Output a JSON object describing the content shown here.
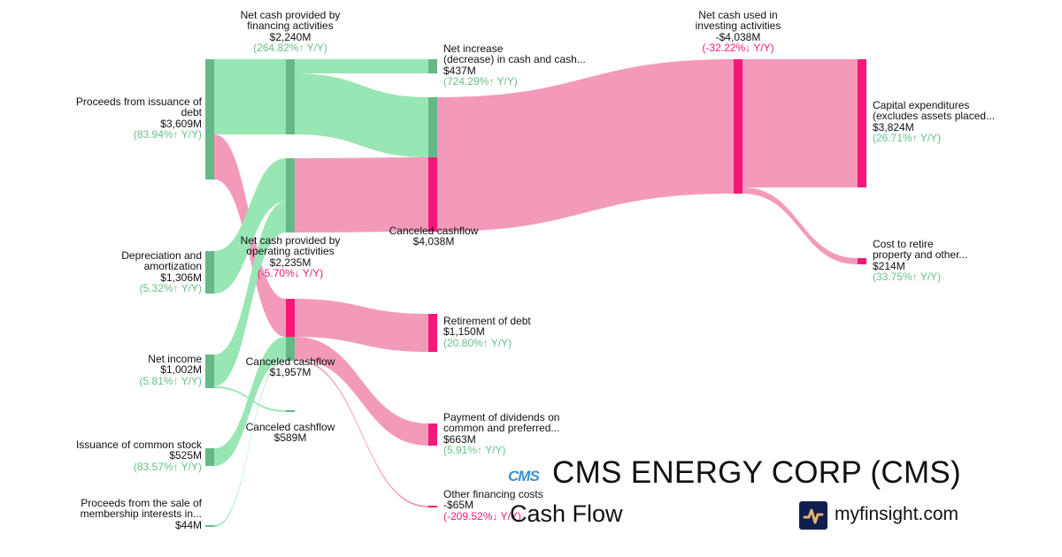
{
  "chart_data": {
    "type": "sankey",
    "colors": {
      "node_positive": "#66b886",
      "node_negative": "#f5187a",
      "link_positive": "#98e6b3",
      "link_negative": "#f39aba",
      "change_up": "#66c08a",
      "change_down": "#f5187a"
    },
    "nodes": [
      {
        "id": "debt",
        "name_lines": [
          "Proceeds from issuance of",
          "debt"
        ],
        "value": "$3,609M",
        "change": "(83.94%↑ Y/Y)",
        "dir": "up"
      },
      {
        "id": "dep",
        "name_lines": [
          "Depreciation and",
          "amortization"
        ],
        "value": "$1,306M",
        "change": "(5.32%↑ Y/Y)",
        "dir": "up"
      },
      {
        "id": "ni",
        "name_lines": [
          "Net income"
        ],
        "value": "$1,002M",
        "change": "(5.81%↑ Y/Y)",
        "dir": "up"
      },
      {
        "id": "stock",
        "name_lines": [
          "Issuance of common stock"
        ],
        "value": "$525M",
        "change": "(83.57%↑ Y/Y)",
        "dir": "up"
      },
      {
        "id": "member",
        "name_lines": [
          "Proceeds from the sale of",
          "membership interests in..."
        ],
        "value": "$44M",
        "change": "",
        "dir": "up"
      },
      {
        "id": "fin",
        "name_lines": [
          "Net cash provided by",
          "financing activities"
        ],
        "value": "$2,240M",
        "change": "(264.82%↑ Y/Y)",
        "dir": "up"
      },
      {
        "id": "op",
        "name_lines": [
          "Net cash provided by",
          "operating activities"
        ],
        "value": "$2,235M",
        "change": "(-5.70%↓ Y/Y)",
        "dir": "down"
      },
      {
        "id": "cc1957",
        "name_lines": [
          "Canceled cashflow"
        ],
        "value": "$1,957M",
        "change": "",
        "dir": "down"
      },
      {
        "id": "cc589",
        "name_lines": [
          "Canceled cashflow"
        ],
        "value": "$589M",
        "change": "",
        "dir": "up"
      },
      {
        "id": "cc4038",
        "name_lines": [
          "Canceled cashflow"
        ],
        "value": "$4,038M",
        "change": "",
        "dir": "down"
      },
      {
        "id": "netinc",
        "name_lines": [
          "Net increase",
          "(decrease) in cash and cash..."
        ],
        "value": "$437M",
        "change": "(724.29%↑ Y/Y)",
        "dir": "up"
      },
      {
        "id": "retire",
        "name_lines": [
          "Retirement of debt"
        ],
        "value": "$1,150M",
        "change": "(20.80%↑ Y/Y)",
        "dir": "up"
      },
      {
        "id": "div",
        "name_lines": [
          "Payment of dividends on",
          "common and preferred..."
        ],
        "value": "$663M",
        "change": "(5.91%↑ Y/Y)",
        "dir": "up"
      },
      {
        "id": "other",
        "name_lines": [
          "Other financing costs"
        ],
        "value": "-$65M",
        "change": "(-209.52%↓ Y/Y)",
        "dir": "down"
      },
      {
        "id": "inv",
        "name_lines": [
          "Net cash used in",
          "investing activities"
        ],
        "value": "-$4,038M",
        "change": "(-32.22%↓ Y/Y)",
        "dir": "down"
      },
      {
        "id": "capex",
        "name_lines": [
          "Capital expenditures",
          "(excludes assets placed..."
        ],
        "value": "$3,824M",
        "change": "(26.71%↑ Y/Y)",
        "dir": "up"
      },
      {
        "id": "costret",
        "name_lines": [
          "Cost to retire",
          "property and other..."
        ],
        "value": "$214M",
        "change": "(33.75%↑ Y/Y)",
        "dir": "up"
      }
    ],
    "links": [
      {
        "source": "debt",
        "target": "fin",
        "value": 2240,
        "sign": "positive"
      },
      {
        "source": "debt",
        "target": "cc1957",
        "value": 1369,
        "sign": "negative"
      },
      {
        "source": "dep",
        "target": "op",
        "value": 1306,
        "sign": "positive"
      },
      {
        "source": "ni",
        "target": "op",
        "value": 929,
        "sign": "positive"
      },
      {
        "source": "ni",
        "target": "cc589",
        "value": 73,
        "sign": "positive"
      },
      {
        "source": "stock",
        "target": "cc1957",
        "value": 525,
        "sign": "positive"
      },
      {
        "source": "member",
        "target": "cc1957",
        "value": 44,
        "sign": "positive"
      },
      {
        "source": "fin",
        "target": "netinc",
        "value": 437,
        "sign": "positive"
      },
      {
        "source": "fin",
        "target": "cc4038",
        "value": 1803,
        "sign": "positive"
      },
      {
        "source": "op",
        "target": "cc4038",
        "value": 2235,
        "sign": "negative"
      },
      {
        "source": "cc1957",
        "target": "retire",
        "value": 1150,
        "sign": "negative"
      },
      {
        "source": "cc1957",
        "target": "div",
        "value": 663,
        "sign": "negative"
      },
      {
        "source": "cc1957",
        "target": "other",
        "value": 65,
        "sign": "negative"
      },
      {
        "source": "cc4038",
        "target": "inv",
        "value": 4038,
        "sign": "negative"
      },
      {
        "source": "inv",
        "target": "capex",
        "value": 3824,
        "sign": "negative"
      },
      {
        "source": "inv",
        "target": "costret",
        "value": 214,
        "sign": "negative"
      }
    ]
  },
  "header": {
    "company_logo_text": "CMS",
    "title": "CMS ENERGY CORP (CMS)",
    "subtitle": "Cash Flow",
    "brand": "myfinsight.com"
  }
}
